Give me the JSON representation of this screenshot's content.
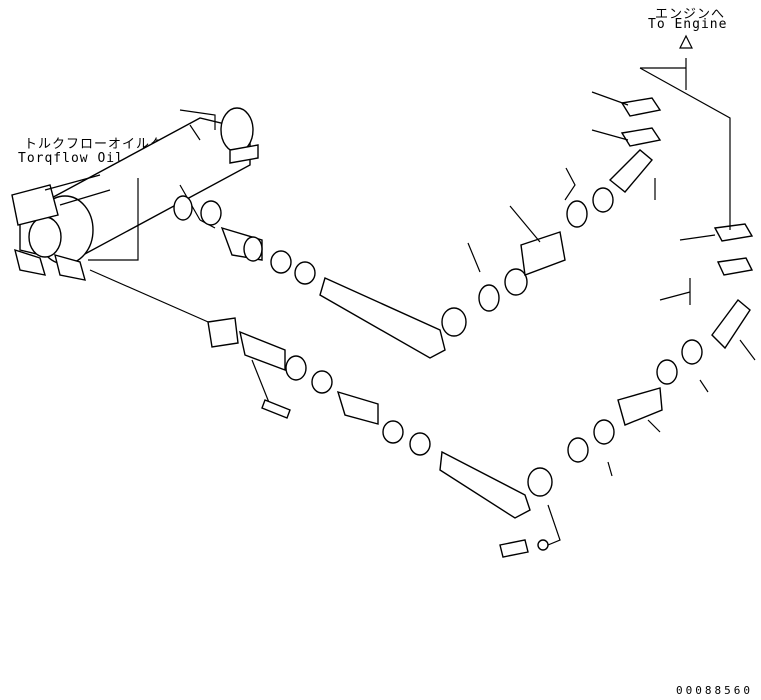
{
  "labels": {
    "cooler_jp": "トルクフローオイルクーラ",
    "cooler_en": "Torqflow Oil Cooler",
    "engine_jp": "エンジンへ",
    "engine_en": "To Engine",
    "drawing_code": "00088560"
  }
}
